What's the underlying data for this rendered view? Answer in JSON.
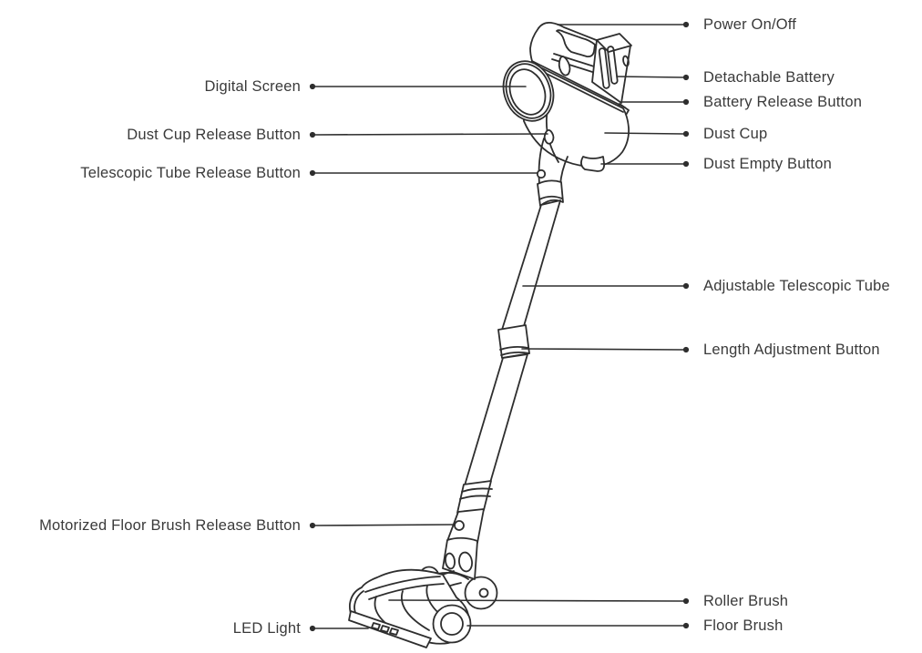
{
  "diagram": {
    "colors": {
      "background": "#ffffff",
      "line": "#2e2e2e",
      "text": "#3a3a3a",
      "dot": "#2e2e2e"
    },
    "callouts": {
      "left": [
        {
          "id": "digital-screen",
          "text": "Digital Screen"
        },
        {
          "id": "dust-cup-release-button",
          "text": "Dust Cup Release Button"
        },
        {
          "id": "telescopic-tube-release-button",
          "text": "Telescopic Tube Release Button"
        },
        {
          "id": "motorized-floor-brush-release-button",
          "text": "Motorized Floor Brush Release Button"
        },
        {
          "id": "led-light",
          "text": "LED Light"
        }
      ],
      "right": [
        {
          "id": "power-on-off",
          "text": "Power On/Off"
        },
        {
          "id": "detachable-battery",
          "text": "Detachable Battery"
        },
        {
          "id": "battery-release-button",
          "text": "Battery Release Button"
        },
        {
          "id": "dust-cup",
          "text": "Dust Cup"
        },
        {
          "id": "dust-empty-button",
          "text": "Dust Empty Button"
        },
        {
          "id": "adjustable-telescopic-tube",
          "text": "Adjustable Telescopic Tube"
        },
        {
          "id": "length-adjustment-button",
          "text": "Length Adjustment Button"
        },
        {
          "id": "roller-brush",
          "text": "Roller Brush"
        },
        {
          "id": "floor-brush",
          "text": "Floor Brush"
        }
      ]
    }
  }
}
